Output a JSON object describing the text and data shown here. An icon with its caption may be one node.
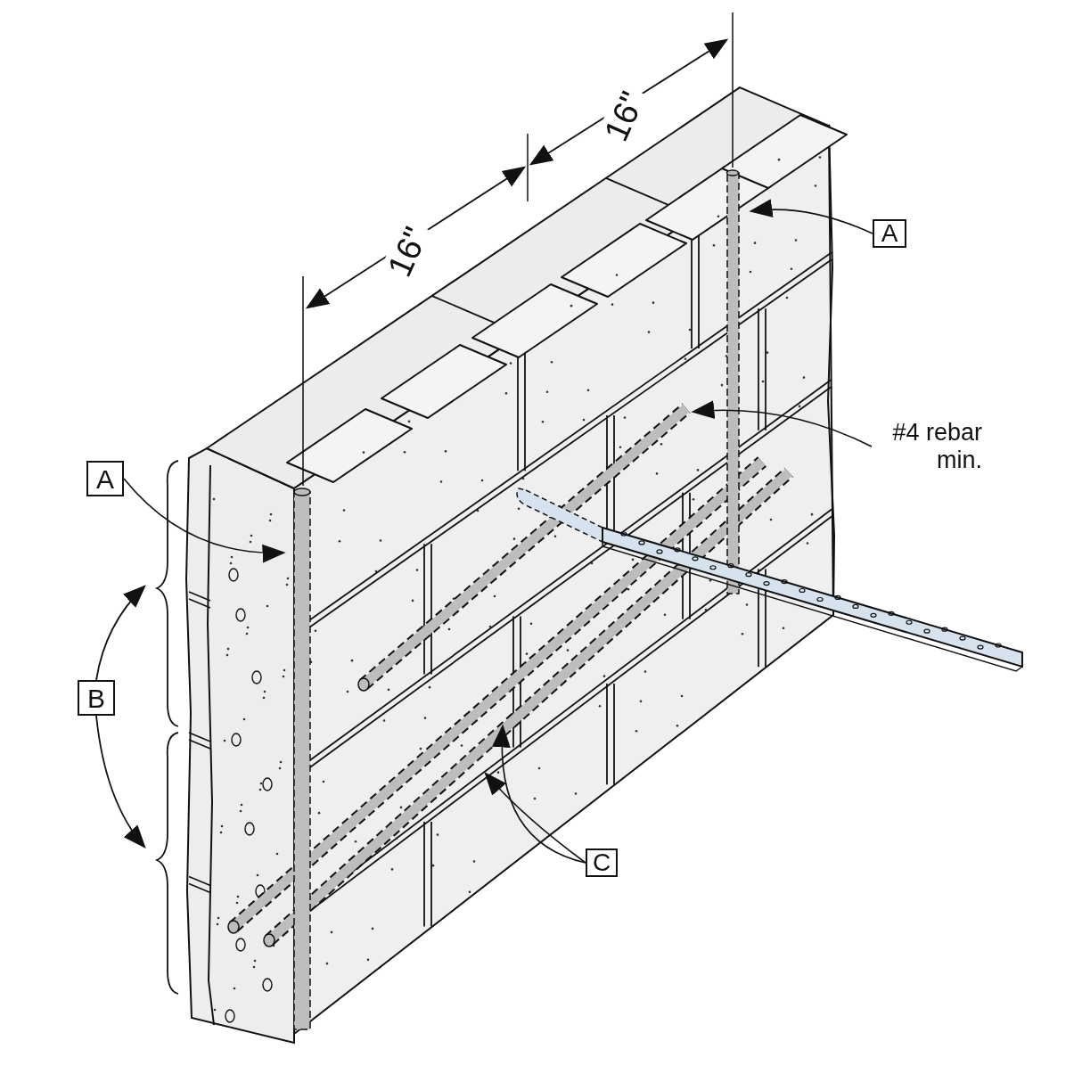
{
  "diagram": {
    "nodes": [
      {
        "text": [
          "A"
        ]
      },
      {
        "text": [
          "#4 rebar min."
        ]
      },
      {
        "text": [
          "A"
        ]
      },
      {
        "text": [
          "B"
        ]
      },
      {
        "text": [
          "C"
        ]
      }
    ],
    "edges": [
      {
        "from": 0,
        "to": null,
        "arrow": "to"
      },
      {
        "from": 1,
        "to": null,
        "arrow": "to"
      },
      {
        "from": 2,
        "to": null,
        "arrow": "to"
      },
      {
        "from": 4,
        "to": null,
        "arrow": "to"
      },
      {
        "from": 4,
        "to": null,
        "arrow": "to"
      }
    ],
    "labels": [
      "16\"",
      "16\""
    ]
  }
}
